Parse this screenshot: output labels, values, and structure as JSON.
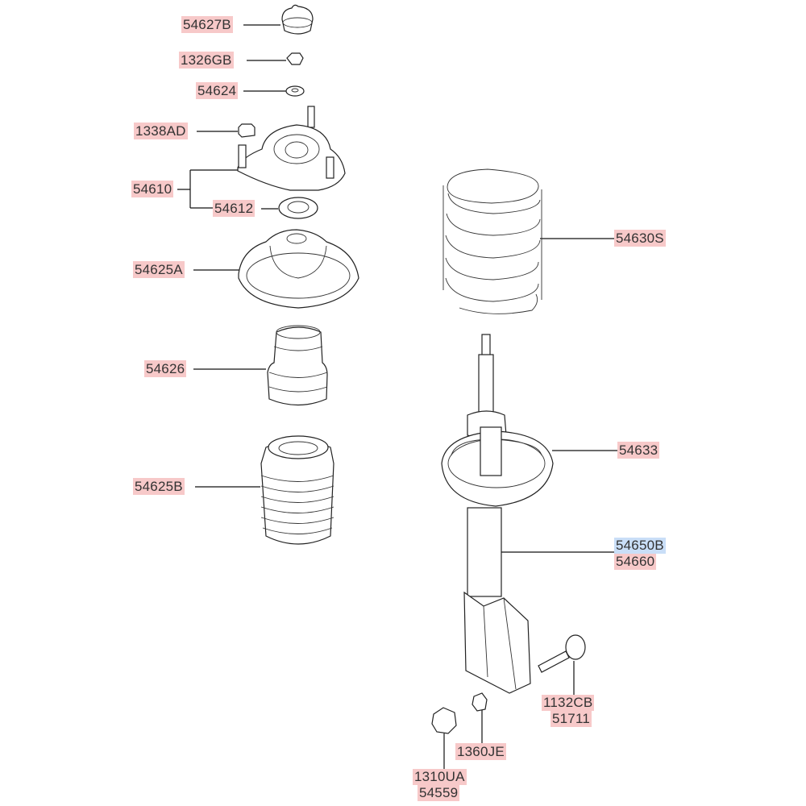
{
  "parts": [
    {
      "id": "54627B",
      "color": "#f7c9c9"
    },
    {
      "id": "1326GB",
      "color": "#f7c9c9"
    },
    {
      "id": "54624",
      "color": "#f7c9c9"
    },
    {
      "id": "1338AD",
      "color": "#f7c9c9"
    },
    {
      "id": "54610",
      "color": "#f7c9c9"
    },
    {
      "id": "54612",
      "color": "#f7c9c9"
    },
    {
      "id": "54625A",
      "color": "#f7c9c9"
    },
    {
      "id": "54626",
      "color": "#f7c9c9"
    },
    {
      "id": "54625B",
      "color": "#f7c9c9"
    },
    {
      "id": "54630S",
      "color": "#f7c9c9"
    },
    {
      "id": "54633",
      "color": "#f7c9c9"
    },
    {
      "id": "54650B",
      "color": "#c9def7"
    },
    {
      "id": "54660",
      "color": "#f7c9c9"
    },
    {
      "id": "1132CB",
      "color": "#f7c9c9"
    },
    {
      "id": "51711",
      "color": "#f7c9c9"
    },
    {
      "id": "1360JE",
      "color": "#f7c9c9"
    },
    {
      "id": "1310UA",
      "color": "#f7c9c9"
    },
    {
      "id": "54559",
      "color": "#f7c9c9"
    }
  ]
}
